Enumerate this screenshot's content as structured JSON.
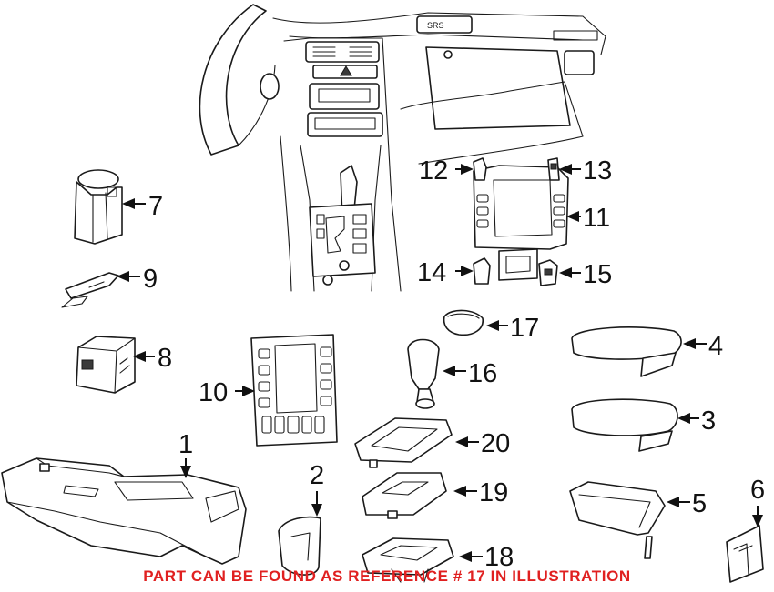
{
  "callouts": {
    "c1": "1",
    "c2": "2",
    "c3": "3",
    "c4": "4",
    "c5": "5",
    "c6": "6",
    "c7": "7",
    "c8": "8",
    "c9": "9",
    "c10": "10",
    "c11": "11",
    "c12": "12",
    "c13": "13",
    "c14": "14",
    "c15": "15",
    "c16": "16",
    "c17": "17",
    "c18": "18",
    "c19": "19",
    "c20": "20"
  },
  "dash_label": "SRS",
  "notice": "PART CAN BE FOUND AS REFERENCE # 17 IN ILLUSTRATION",
  "colors": {
    "notice": "#e02020",
    "line": "#1a1a1a"
  }
}
